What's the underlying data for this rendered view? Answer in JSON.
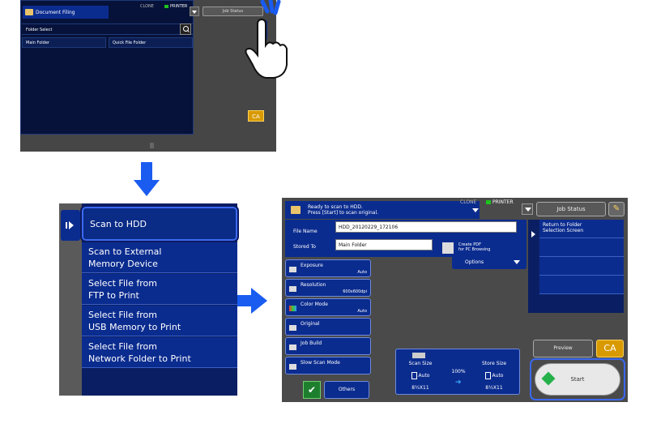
{
  "panel1": {
    "title": "Document Filing",
    "status_label": "CLONE",
    "printer_label": "PRINTER",
    "job_status": "Job Status",
    "folder_select": "Folder Select",
    "folders": [
      "Main Folder",
      "Quick File Folder"
    ],
    "ca": "CA"
  },
  "panel2": {
    "items": [
      "Scan to HDD",
      "Scan to External\nMemory Device",
      "Select File from\nFTP to Print",
      "Select File from\nUSB Memory to Print",
      "Select File from\nNetwork Folder to Print"
    ]
  },
  "panel3": {
    "banner_line1": "Ready to scan to HDD.",
    "banner_line2": "Press [Start] to scan original.",
    "status_label": "CLONE",
    "printer_label": "PRINTER",
    "job_status": "Job Status",
    "file_name_label": "File Name",
    "file_name_value": "HDD_20120229_172106",
    "stored_to_label": "Stored To",
    "stored_to_value": "Main Folder",
    "create_pdf_label": "Create PDF\nfor PC Browsing",
    "options_label": "Options",
    "right_items": [
      "Return to Folder\nSelection Screen"
    ],
    "buttons": [
      {
        "label": "Exposure",
        "value": "Auto"
      },
      {
        "label": "Resolution",
        "value": "600x600dpi"
      },
      {
        "label": "Color Mode",
        "value": "Auto"
      },
      {
        "label": "Original",
        "value": ""
      },
      {
        "label": "Job Build",
        "value": ""
      },
      {
        "label": "Slow Scan Mode",
        "value": ""
      }
    ],
    "scan_size_label": "Scan Size",
    "store_size_label": "Store Size",
    "scan_size_value": "Auto",
    "store_size_value": "Auto",
    "scan_paper": "8½X11",
    "store_paper": "8½X11",
    "ratio": "100%",
    "preview": "Preview",
    "ca": "CA",
    "start": "Start",
    "others": "Others"
  }
}
